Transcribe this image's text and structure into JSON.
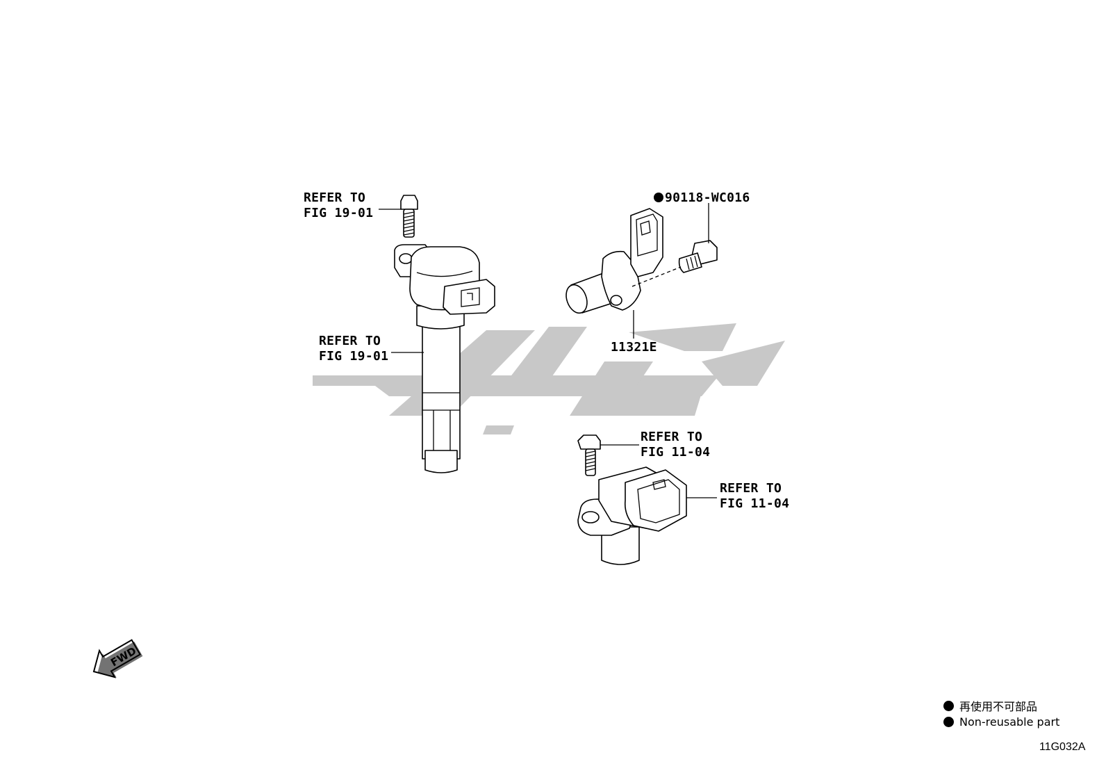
{
  "callouts": {
    "coil_bolt_ref": [
      "REFER TO",
      "FIG 19-01"
    ],
    "coil_ref": [
      "REFER TO",
      "FIG 19-01"
    ],
    "cam_sensor_bolt": "90118-WC016",
    "cam_sensor_part": "11321E",
    "crank_bolt_ref": [
      "REFER TO",
      "FIG 11-04"
    ],
    "crank_sensor_ref": [
      "REFER TO",
      "FIG 11-04"
    ]
  },
  "fwd_label": "FWD",
  "legend": {
    "line1": "再使用不可部品",
    "line2": "Non-reusable part"
  },
  "figure_code": "11G032A",
  "colors": {
    "line": "#000000",
    "watermark": "#c8c8c8",
    "background": "#ffffff"
  }
}
